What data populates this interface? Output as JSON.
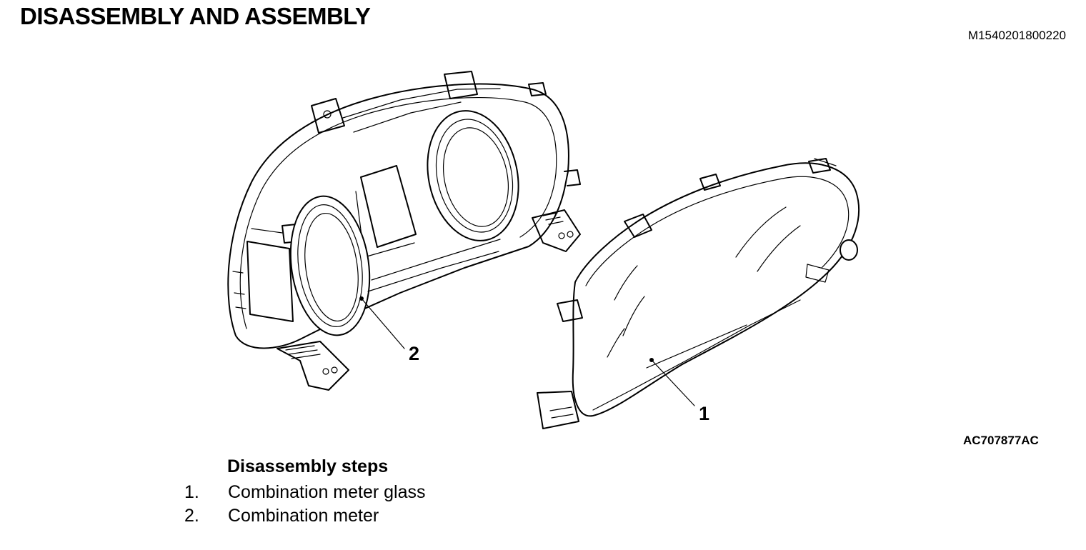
{
  "document": {
    "title": "DISASSEMBLY AND ASSEMBLY",
    "doc_id": "M1540201800220"
  },
  "figure": {
    "figure_id": "AC707877AC",
    "callouts": [
      {
        "number": "1",
        "target": "Combination meter glass"
      },
      {
        "number": "2",
        "target": "Combination meter"
      }
    ]
  },
  "steps": {
    "heading": "Disassembly steps",
    "items": [
      {
        "number": "1.",
        "label": "Combination meter glass"
      },
      {
        "number": "2.",
        "label": "Combination meter"
      }
    ]
  }
}
